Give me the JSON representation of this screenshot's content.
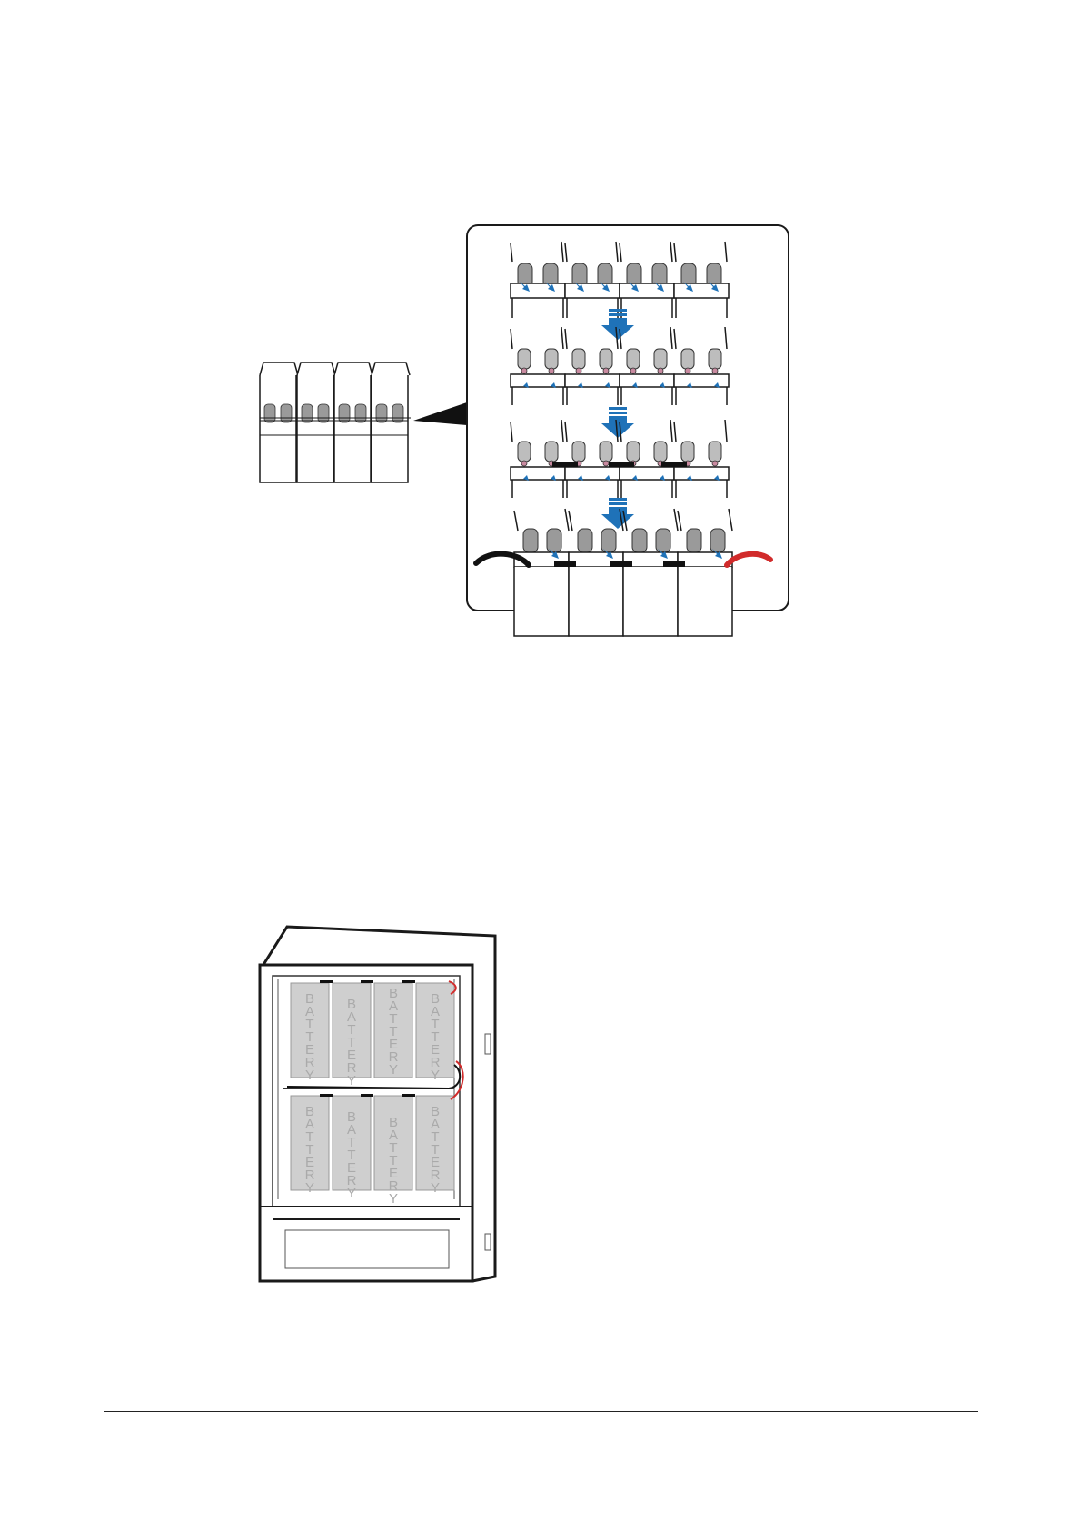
{
  "figure_bottom": {
    "battery_labels": [
      "B",
      "A",
      "T",
      "T",
      "E",
      "R",
      "Y"
    ]
  },
  "colors": {
    "rule": "#222222",
    "arrow": "#1f72b8",
    "arrow_dark": "#155a96",
    "outline": "#1a1a1a",
    "terminal_gray": "#9a9a9a",
    "battery_gray": "#cfcfcf",
    "connector_black": "#111111",
    "cable_red": "#d12b2b",
    "bolt_pink": "#c98aa0"
  },
  "icons": [
    "down-arrow-icon",
    "battery-icon",
    "cable-icon",
    "battery-cabinet-icon"
  ]
}
